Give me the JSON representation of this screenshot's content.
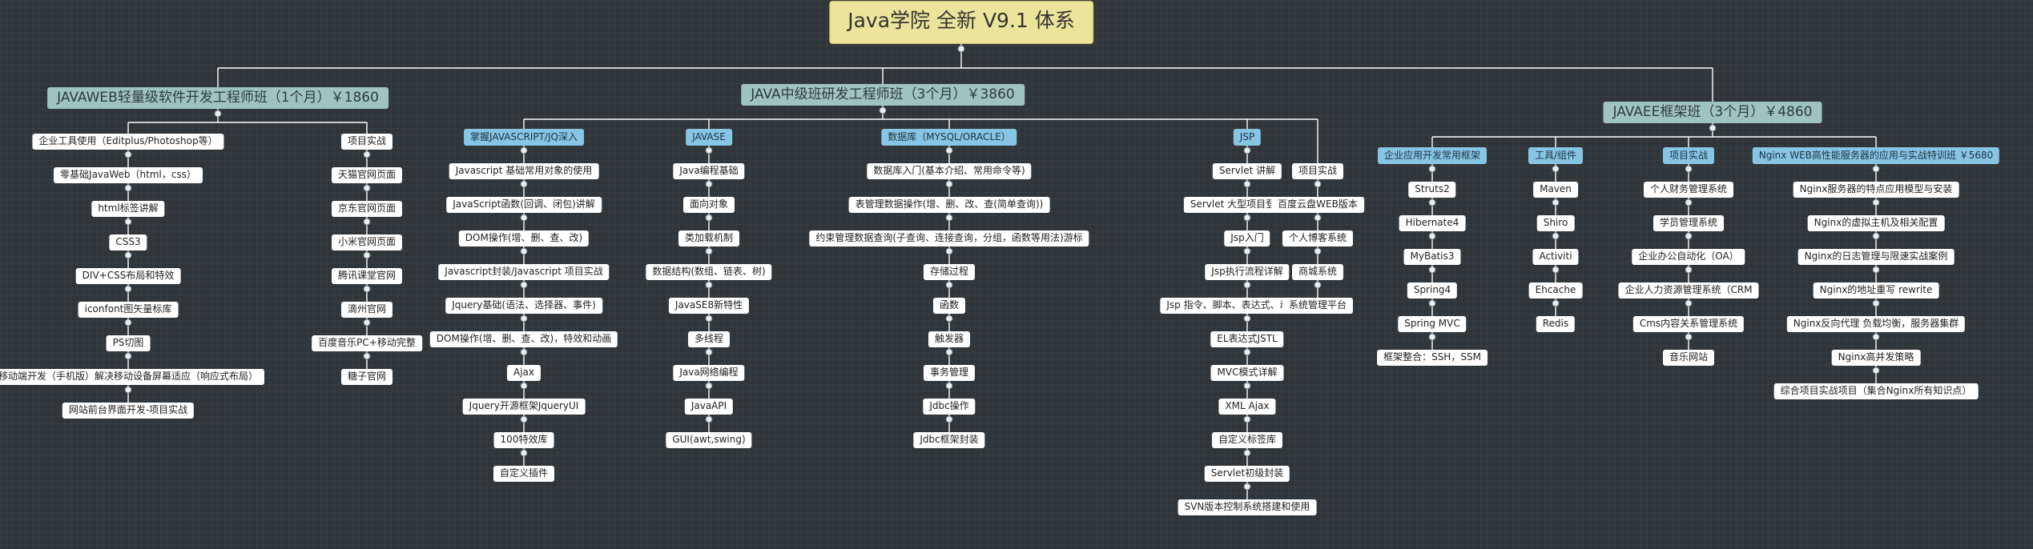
{
  "title": "Java学院 全新 V9.1 体系",
  "colors": {
    "background": "#2f3539",
    "root": "#ede49b",
    "course": "#9fc4c0",
    "module": "#86c5e3",
    "line": "#ffffff"
  },
  "courses": [
    {
      "label": "JAVAWEB轻量级软件开发工程师班（1个月）￥1860",
      "groups": [
        {
          "label": "",
          "items": [
            "企业工具使用（Editplus/Photoshop等）",
            "零基础JavaWeb（html，css）",
            "html标签讲解",
            "CSS3",
            "DIV+CSS布局和特效",
            "iconfont图矢量标库",
            "PS切图",
            "移动端开发（手机版）解决移动设备屏幕适应（响应式布局）",
            "网站前台界面开发-项目实战"
          ]
        },
        {
          "label": "",
          "items": [
            "项目实战",
            "天猫官网页面",
            "京东官网页面",
            "小米官网页面",
            "腾讯课堂官网",
            "滴州官网",
            "百度音乐PC+移动完整",
            "糖子官网"
          ]
        }
      ]
    },
    {
      "label": "JAVA中级班研发工程师班（3个月）￥3860",
      "groups": [
        {
          "label": "掌握JAVASCRIPT/JQ深入",
          "items": [
            "Javascript 基础常用对象的使用",
            "JavaScript函数(回调、闭包)讲解",
            "DOM操作(增、删、查、改)",
            "Javascript封装/Javascript 项目实战",
            "Jquery基础(语法、选择器、事件)",
            "DOM操作(增、删、查、改)，特效和动画",
            "Ajax",
            "Jquery开源框架JqueryUI",
            "100特效库",
            "自定义插件"
          ]
        },
        {
          "label": "JAVASE",
          "items": [
            "Java编程基础",
            "面向对象",
            "类加载机制",
            "数据结构(数组、链表、树)",
            "JavaSE8新特性",
            "多线程",
            "Java网络编程",
            "JavaAPI",
            "GUI(awt,swing)"
          ]
        },
        {
          "label": "数据库（MYSQL/ORACLE）",
          "items": [
            "数据库入门(基本介绍、常用命令等)",
            "表管理数据操作(增、删、改、查(简单查询))",
            "约束管理数据查询(子查询、连接查询，分组，函数等用法)游标",
            "存储过程",
            "函数",
            "触发器",
            "事务管理",
            "Jdbc操作",
            "Jdbc框架封装"
          ]
        },
        {
          "label": "JSP",
          "items": [
            "Servlet 讲解",
            "Servlet 大型项目登陆实战",
            "Jsp入门",
            "Jsp执行流程详解",
            "Jsp 指令、脚本、表达式、动作的使用",
            "EL表达式JSTL",
            "MVC模式详解",
            "XML Ajax",
            "自定义标签库",
            "Servlet初级封装",
            "SVN版本控制系统搭建和使用"
          ]
        },
        {
          "label": "",
          "items": [
            "项目实战",
            "百度云盘WEB版本",
            "个人博客系统",
            "商城系统",
            "系统管理平台"
          ]
        }
      ]
    },
    {
      "label": "JAVAEE框架班（3个月）￥4860",
      "groups": [
        {
          "label": "企业应用开发常用框架",
          "items": [
            "Struts2",
            "Hibernate4",
            "MyBatis3",
            "Spring4",
            "Spring MVC",
            "框架整合：SSH，SSM"
          ]
        },
        {
          "label": "工具/组件",
          "items": [
            "Maven",
            "Shiro",
            "Activiti",
            "Ehcache",
            "Redis"
          ]
        },
        {
          "label": "项目实战",
          "items": [
            "个人财务管理系统",
            "学员管理系统",
            "企业办公自动化（OA）",
            "企业人力资源管理系统（CRM",
            "Cms内容关系管理系统",
            "音乐网站"
          ]
        },
        {
          "label": "Nginx WEB高性能服务器的应用与实战特训班 ￥5680",
          "items": [
            "Nginx服务器的特点应用模型与安装",
            "Nginx的虚拟主机及相关配置",
            "Nginx的日志管理与限速实战案例",
            "Nginx的地址重写 rewrite",
            "Nginx反向代理 负载均衡，服务器集群",
            "Nginx高并发策略",
            "综合项目实战项目（集合Nginx所有知识点）"
          ]
        }
      ]
    }
  ]
}
